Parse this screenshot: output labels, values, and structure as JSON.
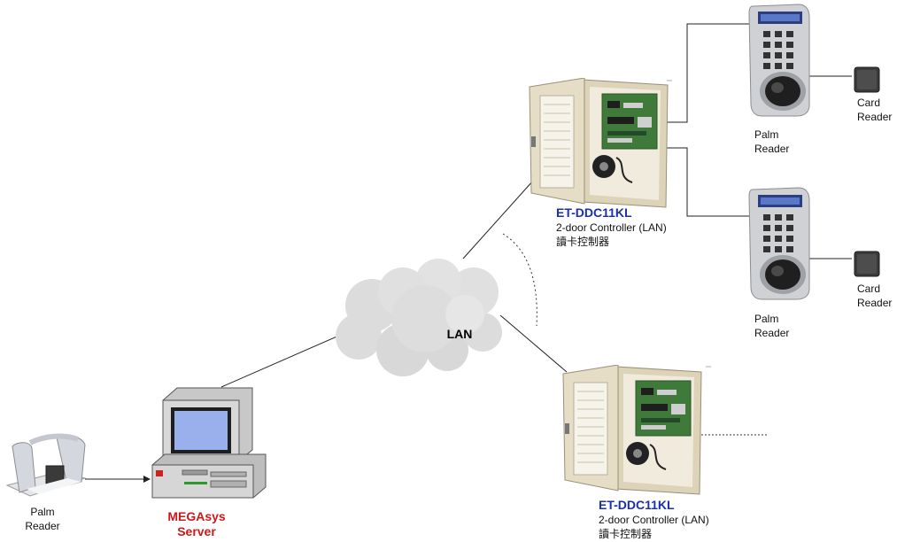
{
  "network": {
    "label": "LAN"
  },
  "server": {
    "line1": "MEGAsys",
    "line2": "Server"
  },
  "server_palm_reader": {
    "line1": "Palm",
    "line2": "Reader"
  },
  "controllers": [
    {
      "model": "ET-DDC11KL",
      "description": "2-door Controller (LAN)",
      "chinese": "讀卡控制器"
    },
    {
      "model": "ET-DDC11KL",
      "description": "2-door Controller (LAN)",
      "chinese": "讀卡控制器"
    }
  ],
  "palm_readers": [
    {
      "line1": "Palm",
      "line2": "Reader"
    },
    {
      "line1": "Palm",
      "line2": "Reader"
    }
  ],
  "card_readers": [
    {
      "line1": "Card",
      "line2": "Reader"
    },
    {
      "line1": "Card",
      "line2": "Reader"
    }
  ],
  "colors": {
    "model_label": "#1a2fb0",
    "server_label": "#d01818",
    "cabinet": "#e6ddc6",
    "circuit_board": "#3f7a3a"
  },
  "icons": [
    "cloud-icon",
    "computer-icon",
    "controller-cabinet-icon",
    "palm-reader-icon",
    "card-reader-icon",
    "desktop-palm-reader-icon"
  ]
}
